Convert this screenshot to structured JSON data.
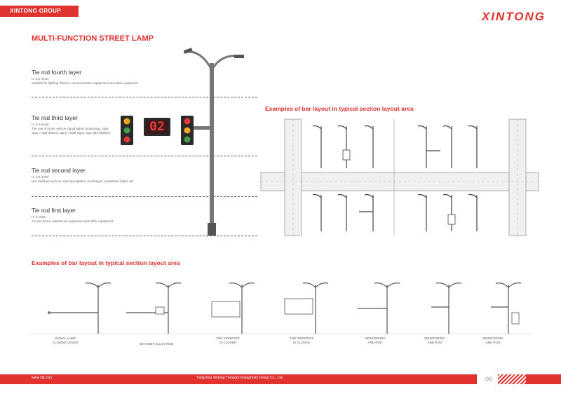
{
  "header": {
    "group": "XINTONG GROUP",
    "logo": "XINTONG"
  },
  "page_title": "MULTI-FUNCTION STREET LAMP",
  "layers": [
    {
      "name": "Tie rod fourth layer",
      "height": "H: 5.5~6.0m",
      "desc": "Suitable for lighting fixtures, communication equipment and other equipment"
    },
    {
      "name": "Tie rod third layer",
      "height": "H: 5.5~6.0m",
      "desc": "The use of motor vehicle signal lights, monitoring, road signs, road division signs, small signs, sign light facilities"
    },
    {
      "name": "Tie rod second layer",
      "height": "H: 2.5~5.0m",
      "desc": "Use facilities such as road nameplates, small signs, pedestrian lights, etc"
    },
    {
      "name": "Tie rod first layer",
      "height": "H: 0~2.5m",
      "desc": "Access doors, warehouse equipment and other equipment"
    }
  ],
  "countdown_display": "02",
  "section_right_title": "Examples of bar layout in typical section layout area",
  "section_bottom_title": "Examples of bar layout in typical section layout area",
  "examples": [
    {
      "label1": "SIGNAL LAMP",
      "label2": "CLOSING LEVER"
    },
    {
      "label1": "BAYONET ALLOY ROD",
      "label2": ""
    },
    {
      "label1": "THE SIGNPOST",
      "label2": "IS CLOSED"
    },
    {
      "label1": "THE SIGNPOST",
      "label2": "IS CLOSED"
    },
    {
      "label1": "MONITORING",
      "label2": "AND ROD"
    },
    {
      "label1": "MONITORING",
      "label2": "AND ROD"
    },
    {
      "label1": "MONITORING",
      "label2": "AND ROD"
    }
  ],
  "footer": {
    "url": "www.xtjt.com",
    "company": "Yangzhou Xintong Transport Equipment Group Co., Ltd.",
    "page": "06"
  },
  "colors": {
    "accent": "#e0322f",
    "signal_red": "#e53935",
    "signal_green": "#43a047",
    "signal_amber": "#f5a623"
  }
}
